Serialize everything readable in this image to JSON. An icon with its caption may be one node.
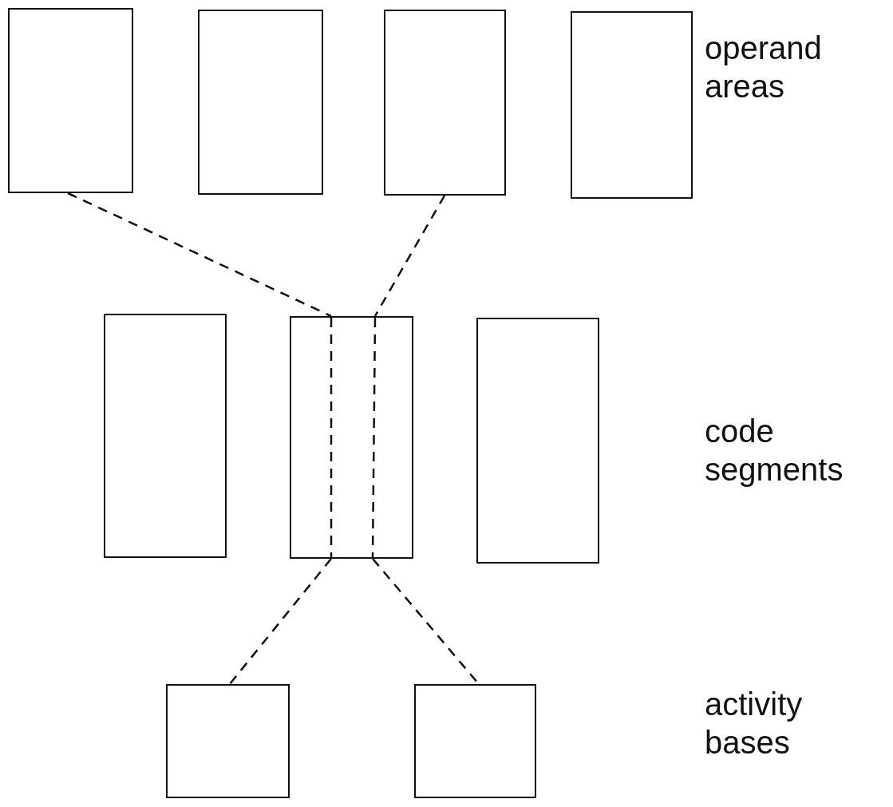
{
  "diagram": {
    "nodes": [
      {
        "text": [],
        "shape": "box"
      },
      {
        "text": [],
        "shape": "box"
      },
      {
        "text": [],
        "shape": "box"
      },
      {
        "text": [],
        "shape": "box"
      },
      {
        "text": [],
        "shape": "box"
      },
      {
        "text": [],
        "shape": "box"
      },
      {
        "text": [],
        "shape": "box"
      },
      {
        "text": [],
        "shape": "box"
      },
      {
        "text": [],
        "shape": "box"
      }
    ],
    "edges": [
      {
        "from": 0,
        "to": 5,
        "arrow": "none",
        "style": "dashed"
      },
      {
        "from": 5,
        "to": 7,
        "arrow": "none",
        "style": "dashed"
      },
      {
        "from": 2,
        "to": 5,
        "arrow": "none",
        "style": "dashed"
      },
      {
        "from": 5,
        "to": 8,
        "arrow": "none",
        "style": "dashed"
      }
    ],
    "labels": [
      "operand areas",
      "code segments",
      "activity bases"
    ]
  }
}
